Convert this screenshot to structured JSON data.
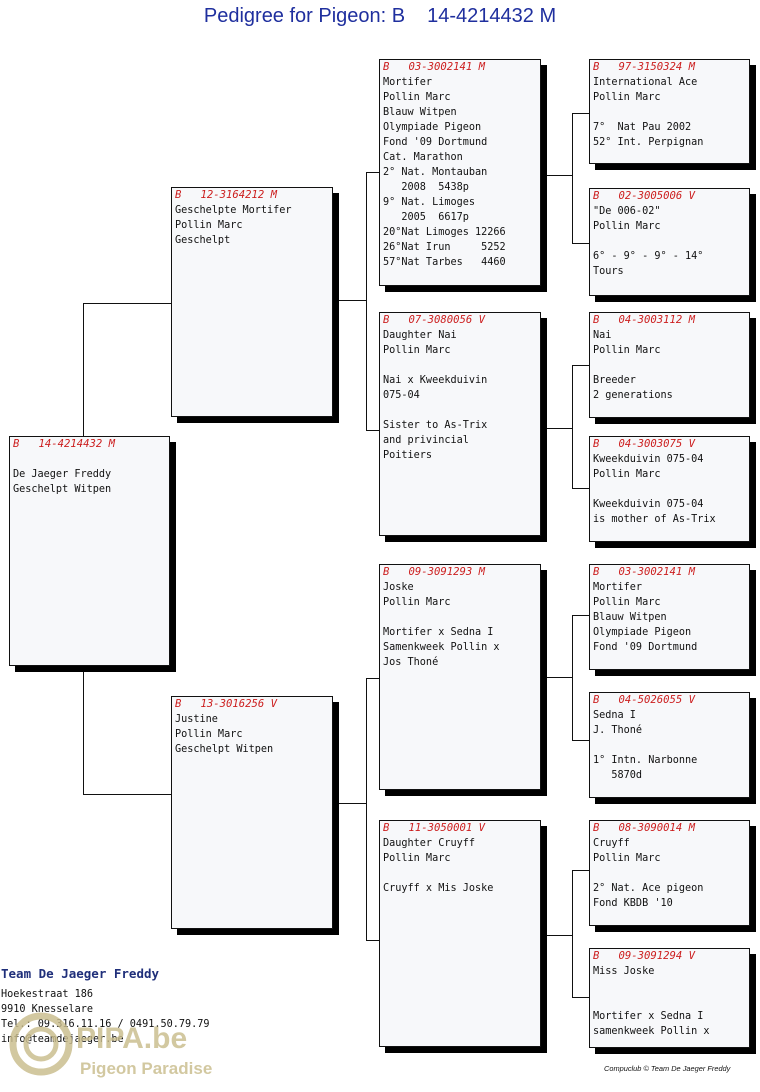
{
  "title": {
    "prefix": "Pedigree for Pigeon: B",
    "ring": "14-4214432 M"
  },
  "pigeons": {
    "subject": {
      "header": "B   14-4214432 M",
      "lines": [
        "",
        "De Jaeger Freddy",
        "Geschelpt Witpen"
      ]
    },
    "sire": {
      "header": "B   12-3164212 M",
      "lines": [
        "Geschelpte Mortifer",
        "Pollin Marc",
        "Geschelpt"
      ]
    },
    "dam": {
      "header": "B   13-3016256 V",
      "lines": [
        "Justine",
        "Pollin Marc",
        "Geschelpt Witpen"
      ]
    },
    "ss": {
      "header": "B   03-3002141 M",
      "lines": [
        "Mortifer",
        "Pollin Marc",
        "Blauw Witpen",
        "Olympiade Pigeon",
        "Fond '09 Dortmund",
        "Cat. Marathon",
        "2° Nat. Montauban",
        "   2008  5438p",
        "9° Nat. Limoges",
        "   2005  6617p",
        "20°Nat Limoges 12266",
        "26°Nat Irun     5252",
        "57°Nat Tarbes   4460"
      ]
    },
    "sd": {
      "header": "B   07-3080056 V",
      "lines": [
        "Daughter Nai",
        "Pollin Marc",
        "",
        "Nai x Kweekduivin",
        "075-04",
        "",
        "Sister to As-Trix",
        "and privincial",
        "Poitiers"
      ]
    },
    "ds": {
      "header": "B   09-3091293 M",
      "lines": [
        "Joske",
        "Pollin Marc",
        "",
        "Mortifer x Sedna I",
        "Samenkweek Pollin x",
        "Jos Thoné"
      ]
    },
    "dd": {
      "header": "B   11-3050001 V",
      "lines": [
        "Daughter Cruyff",
        "Pollin Marc",
        "",
        "Cruyff x Mis Joske"
      ]
    },
    "sss": {
      "header": "B   97-3150324 M",
      "lines": [
        "International Ace",
        "Pollin Marc",
        "",
        "7°  Nat Pau 2002",
        "52° Int. Perpignan"
      ]
    },
    "ssd": {
      "header": "B   02-3005006 V",
      "lines": [
        "\"De 006-02\"",
        "Pollin Marc",
        "",
        "6° - 9° - 9° - 14°",
        "Tours"
      ]
    },
    "sds": {
      "header": "B   04-3003112 M",
      "lines": [
        "Nai",
        "Pollin Marc",
        "",
        "Breeder",
        "2 generations"
      ]
    },
    "sdd": {
      "header": "B   04-3003075 V",
      "lines": [
        "Kweekduivin 075-04",
        "Pollin Marc",
        "",
        "Kweekduivin 075-04",
        "is mother of As-Trix"
      ]
    },
    "dss": {
      "header": "B   03-3002141 M",
      "lines": [
        "Mortifer",
        "Pollin Marc",
        "Blauw Witpen",
        "Olympiade Pigeon",
        "Fond '09 Dortmund"
      ]
    },
    "dsd": {
      "header": "B   04-5026055 V",
      "lines": [
        "Sedna I",
        "J. Thoné",
        "",
        "1° Intn. Narbonne",
        "   5870d"
      ]
    },
    "dds": {
      "header": "B   08-3090014 M",
      "lines": [
        "Cruyff",
        "Pollin Marc",
        "",
        "2° Nat. Ace pigeon",
        "Fond KBDB '10"
      ]
    },
    "ddd": {
      "header": "B   09-3091294 V",
      "lines": [
        "Miss Joske",
        "",
        "",
        "Mortifer x Sedna I",
        "samenkweek Pollin x"
      ]
    }
  },
  "owner": {
    "name": "Team De Jaeger Freddy",
    "lines": [
      "Hoekestraat 186",
      "9910 Knesselare",
      "Tel.: 09.316.11.16 / 0491.50.79.79",
      "info@teamdejaeger.be"
    ]
  },
  "footer": "Compuclub © Team De Jaeger Freddy",
  "logo": {
    "text": "PIPA.be",
    "subtext": "Pigeon Paradise",
    "color": "#c9bc8c"
  }
}
